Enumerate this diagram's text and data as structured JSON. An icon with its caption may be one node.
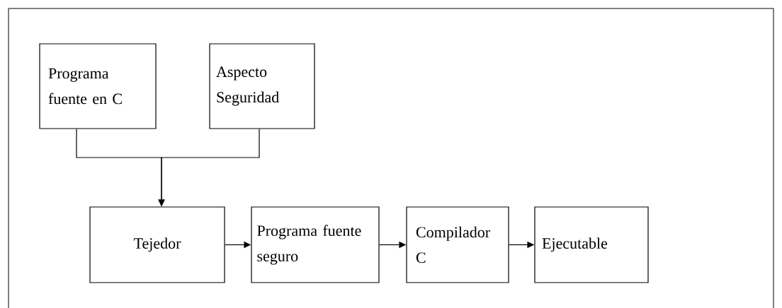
{
  "diagram": {
    "nodes": [
      {
        "text": [
          "Programa fuente en C"
        ]
      },
      {
        "text": [
          "Aspecto Seguridad"
        ]
      },
      {
        "text": [
          "Tejedor"
        ]
      },
      {
        "text": [
          "Programa fuente seguro"
        ]
      },
      {
        "text": [
          "Compilador C"
        ]
      },
      {
        "text": [
          "Ejecutable"
        ]
      }
    ],
    "edges": [
      {
        "from": 0,
        "to": 2,
        "arrow": "to"
      },
      {
        "from": 1,
        "to": 2,
        "arrow": "to"
      },
      {
        "from": 2,
        "to": 3,
        "arrow": "to"
      },
      {
        "from": 3,
        "to": 4,
        "arrow": "to"
      },
      {
        "from": 4,
        "to": 5,
        "arrow": "to"
      }
    ]
  }
}
